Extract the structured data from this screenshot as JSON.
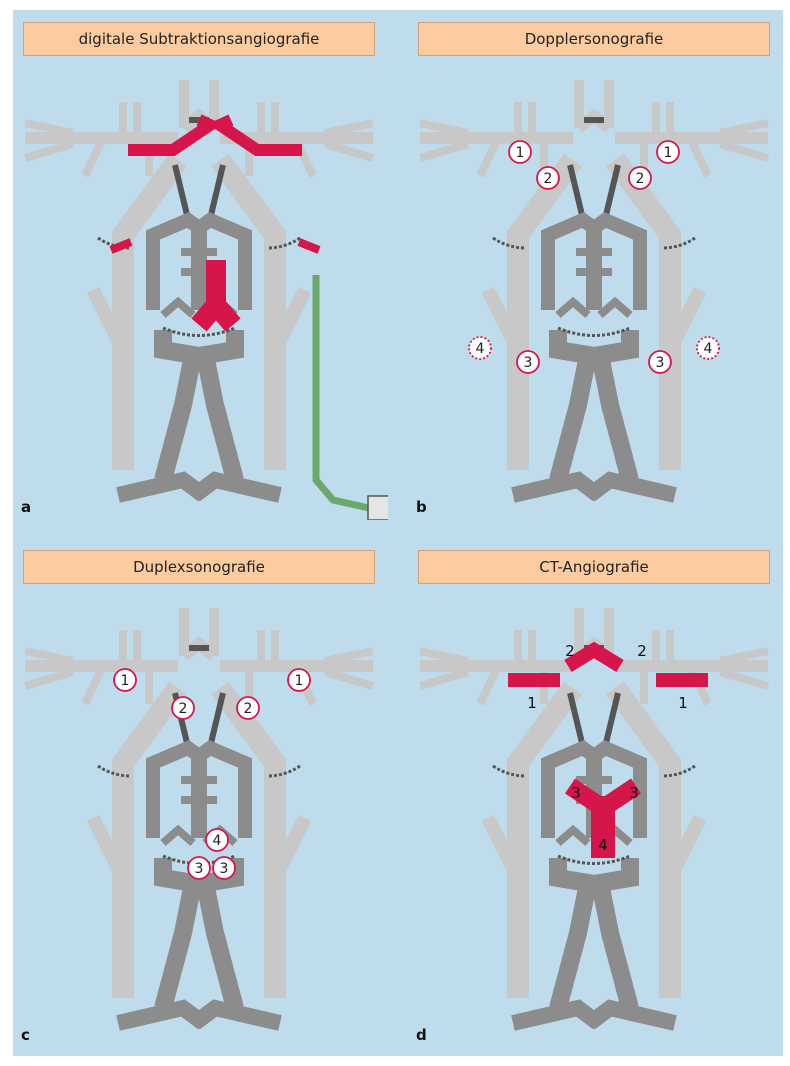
{
  "panels": [
    {
      "letter": "a",
      "title": "digitale Subtraktionsangiografie"
    },
    {
      "letter": "b",
      "title": "Dopplersonografie"
    },
    {
      "letter": "c",
      "title": "Duplexsonografie"
    },
    {
      "letter": "d",
      "title": "CT-Angiografie"
    }
  ],
  "markers": {
    "b": [
      "1",
      "1",
      "2",
      "2",
      "4",
      "4",
      "3",
      "3"
    ],
    "c": [
      "1",
      "1",
      "2",
      "2",
      "4",
      "3",
      "3"
    ],
    "d": [
      "2",
      "2",
      "1",
      "1",
      "3",
      "3",
      "4"
    ]
  },
  "colors": {
    "background": "#bfdcec",
    "title_fill": "#fccca1",
    "vessel_light": "#c8c8c8",
    "vessel_dark": "#8c8c8c",
    "vessel_darkest": "#555555",
    "highlight": "#d6164a",
    "catheter": "#6aa86c"
  },
  "icons": [
    "syringe-icon"
  ]
}
